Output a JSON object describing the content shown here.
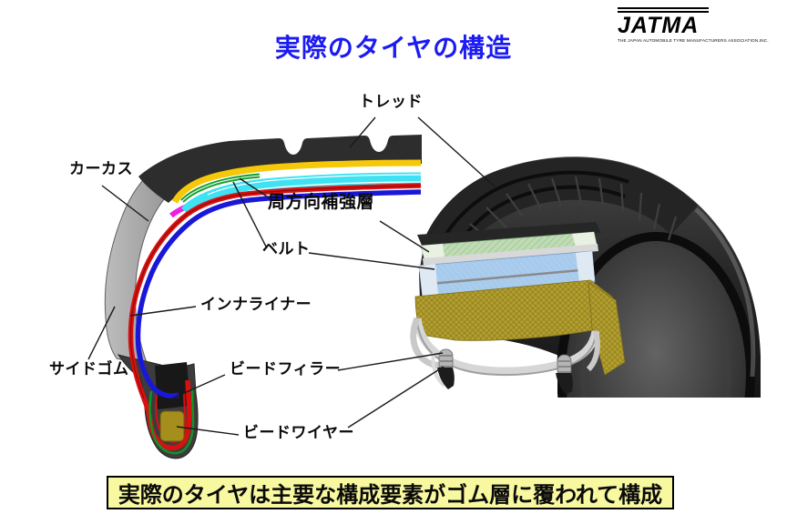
{
  "header": {
    "title": "実際のタイヤの構造",
    "title_color": "#1b1bf2",
    "logo": {
      "name": "JATMA",
      "tagline": "THE JAPAN AUTOMOBILE TYRE MANUFACTURERS ASSOCIATION,INC."
    }
  },
  "diagram": {
    "labels": {
      "tread": "トレッド",
      "carcass": "カーカス",
      "circumferential_reinforcement_layer": "周方向補強層",
      "belt": "ベルト",
      "inner_liner": "インナライナー",
      "side_rubber": "サイドゴム",
      "bead_filler": "ビードフィラー",
      "bead_wire": "ビードワイヤー"
    },
    "layer_colors": {
      "tread_rubber": "#2d2d2d",
      "cap_layer_yellow": "#f6c80a",
      "circumferential_reinforcement_green": "#12a02c",
      "belt_cyan": "#3fe2f2",
      "edge_tape_magenta": "#ec1fe4",
      "carcass_red": "#da1010",
      "inner_liner_blue": "#1a18d8",
      "side_rubber_gray": "#9e9e9e",
      "bead_filler_black": "#181818",
      "bead_wire_olive": "#a58e1b",
      "cut_green_band": "#bedbb4",
      "cut_blue_band": "#aacdee",
      "cut_gold_carcass": "#b3a02f"
    }
  },
  "footer": {
    "caption": "実際のタイヤは主要な構成要素がゴム層に覆われて構成",
    "background": "#f8f8a0"
  }
}
